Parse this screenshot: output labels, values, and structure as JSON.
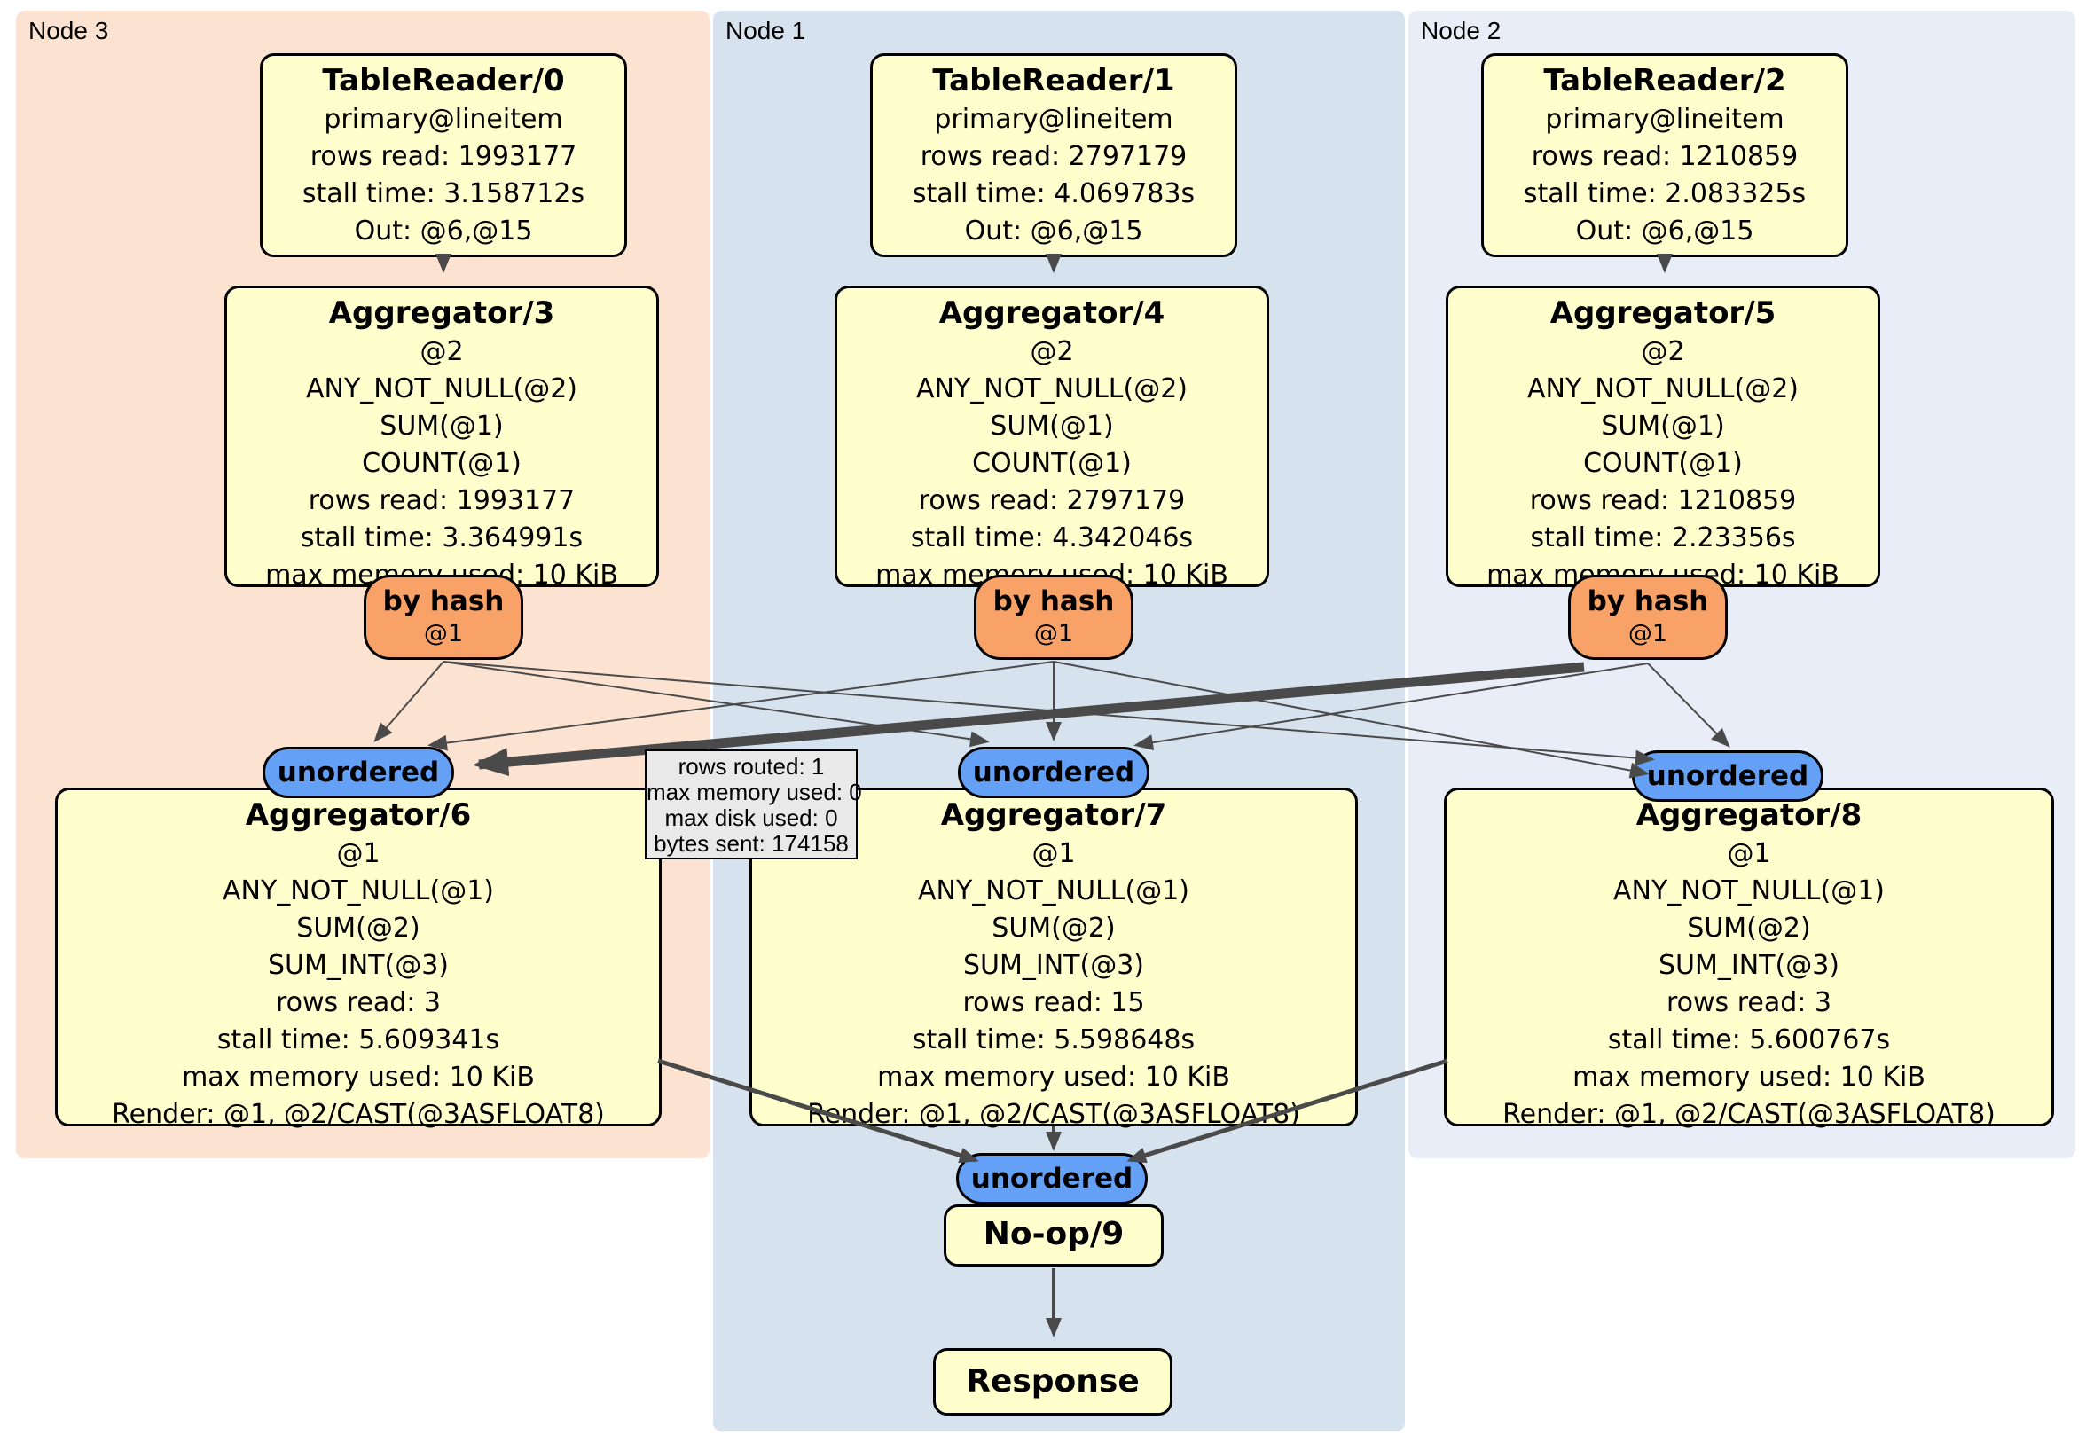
{
  "regions": [
    {
      "label": "Node 3"
    },
    {
      "label": "Node 1"
    },
    {
      "label": "Node 2"
    }
  ],
  "tablereaders": [
    {
      "title": "TableReader/0",
      "lines": [
        "primary@lineitem",
        "rows read: 1993177",
        "stall time: 3.158712s",
        "Out: @6,@15"
      ]
    },
    {
      "title": "TableReader/1",
      "lines": [
        "primary@lineitem",
        "rows read: 2797179",
        "stall time: 4.069783s",
        "Out: @6,@15"
      ]
    },
    {
      "title": "TableReader/2",
      "lines": [
        "primary@lineitem",
        "rows read: 1210859",
        "stall time: 2.083325s",
        "Out: @6,@15"
      ]
    }
  ],
  "aggregators_top": [
    {
      "title": "Aggregator/3",
      "lines": [
        "@2",
        "ANY_NOT_NULL(@2)",
        "SUM(@1)",
        "COUNT(@1)",
        "rows read: 1993177",
        "stall time: 3.364991s",
        "max memory used: 10 KiB"
      ]
    },
    {
      "title": "Aggregator/4",
      "lines": [
        "@2",
        "ANY_NOT_NULL(@2)",
        "SUM(@1)",
        "COUNT(@1)",
        "rows read: 2797179",
        "stall time: 4.342046s",
        "max memory used: 10 KiB"
      ]
    },
    {
      "title": "Aggregator/5",
      "lines": [
        "@2",
        "ANY_NOT_NULL(@2)",
        "SUM(@1)",
        "COUNT(@1)",
        "rows read: 1210859",
        "stall time: 2.23356s",
        "max memory used: 10 KiB"
      ]
    }
  ],
  "routers": [
    {
      "title": "by hash",
      "subtitle": "@1"
    },
    {
      "title": "by hash",
      "subtitle": "@1"
    },
    {
      "title": "by hash",
      "subtitle": "@1"
    }
  ],
  "streams": {
    "unordered_label": "unordered"
  },
  "aggregators_bottom": [
    {
      "title": "Aggregator/6",
      "lines": [
        "@1",
        "ANY_NOT_NULL(@1)",
        "SUM(@2)",
        "SUM_INT(@3)",
        "rows read: 3",
        "stall time: 5.609341s",
        "max memory used: 10 KiB",
        "Render: @1, @2/CAST(@3ASFLOAT8)"
      ]
    },
    {
      "title": "Aggregator/7",
      "lines": [
        "@1",
        "ANY_NOT_NULL(@1)",
        "SUM(@2)",
        "SUM_INT(@3)",
        "rows read: 15",
        "stall time: 5.598648s",
        "max memory used: 10 KiB",
        "Render: @1, @2/CAST(@3ASFLOAT8)"
      ]
    },
    {
      "title": "Aggregator/8",
      "lines": [
        "@1",
        "ANY_NOT_NULL(@1)",
        "SUM(@2)",
        "SUM_INT(@3)",
        "rows read: 3",
        "stall time: 5.600767s",
        "max memory used: 10 KiB",
        "Render: @1, @2/CAST(@3ASFLOAT8)"
      ]
    }
  ],
  "tooltip": {
    "lines": [
      "rows routed: 1",
      "max memory used: 0",
      "max disk used: 0",
      "bytes sent: 174158"
    ]
  },
  "noop": {
    "title": "No-op/9"
  },
  "response": {
    "title": "Response"
  },
  "colors": {
    "node3bg": "#fce3d1",
    "node1bg": "#d6e2ee",
    "node2bg": "#e9edf7",
    "boxfill": "#ffffce",
    "routerfill": "#f9a268",
    "streamfill": "#64a0f6",
    "tooltipfill": "#e9e9e9",
    "edge": "#4a4a4a"
  }
}
